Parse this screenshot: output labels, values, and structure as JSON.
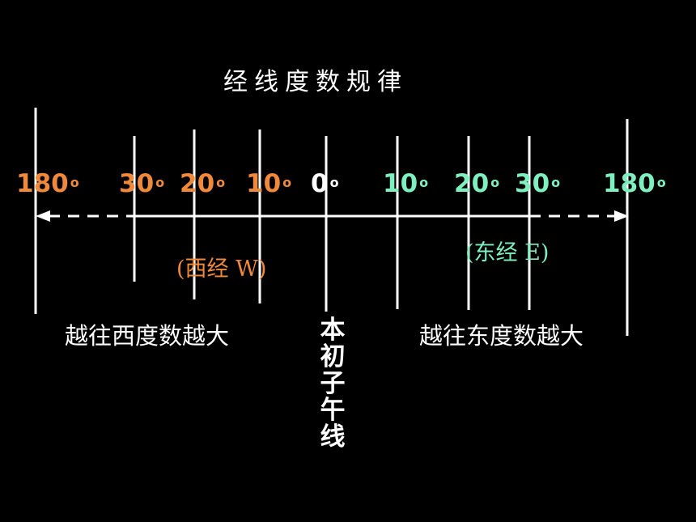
{
  "title": "经线度数规律",
  "meridians": [
    {
      "value": "180",
      "side": "west",
      "color": "#f08a3a"
    },
    {
      "value": "30",
      "side": "west",
      "color": "#f08a3a"
    },
    {
      "value": "20",
      "side": "west",
      "color": "#f08a3a"
    },
    {
      "value": "10",
      "side": "west",
      "color": "#f08a3a"
    },
    {
      "value": "0",
      "side": "prime",
      "color": "#ffffff"
    },
    {
      "value": "10",
      "side": "east",
      "color": "#7ef0c0"
    },
    {
      "value": "20",
      "side": "east",
      "color": "#7ef0c0"
    },
    {
      "value": "30",
      "side": "east",
      "color": "#7ef0c0"
    },
    {
      "value": "180",
      "side": "east",
      "color": "#7ef0c0"
    }
  ],
  "degree_symbol": "o",
  "west_label": "(西经  W)",
  "east_label": "(东经 E)",
  "west_rule": "越往西度数越大",
  "east_rule": "越往东度数越大",
  "prime_meridian": "本初子午线",
  "colors": {
    "west": "#f08a3a",
    "east": "#7ef0c0",
    "line": "#ffffff",
    "background": "#000000"
  }
}
